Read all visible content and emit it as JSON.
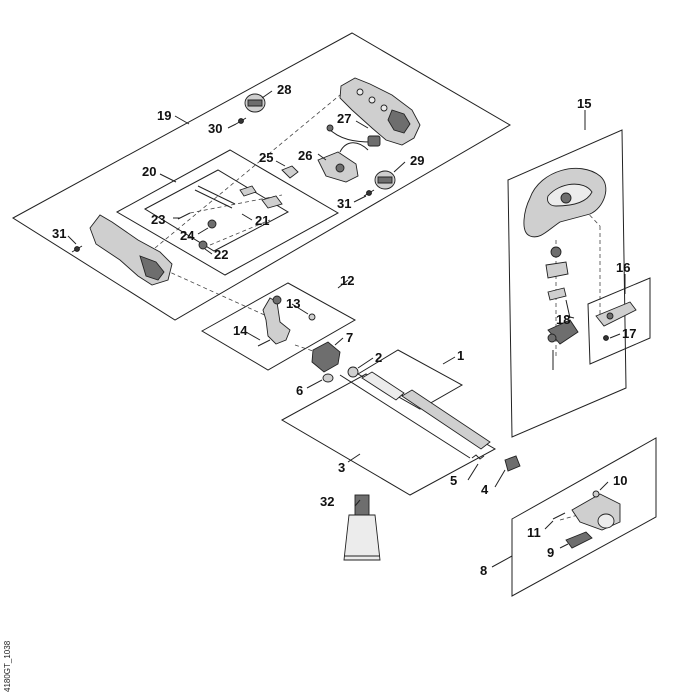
{
  "callouts": {
    "c1": "1",
    "c2": "2",
    "c3": "3",
    "c4": "4",
    "c5": "5",
    "c6": "6",
    "c7": "7",
    "c8": "8",
    "c9": "9",
    "c10": "10",
    "c11": "11",
    "c12": "12",
    "c13": "13",
    "c14": "14",
    "c15": "15",
    "c16": "16",
    "c17": "17",
    "c18": "18",
    "c19": "19",
    "c20": "20",
    "c21": "21",
    "c22": "22",
    "c23": "23",
    "c24": "24",
    "c25": "25",
    "c26": "26",
    "c27": "27",
    "c28": "28",
    "c29": "29",
    "c30": "30",
    "c31a": "31",
    "c31b": "31",
    "c32": "32"
  },
  "side_code": "4180GT_1038"
}
